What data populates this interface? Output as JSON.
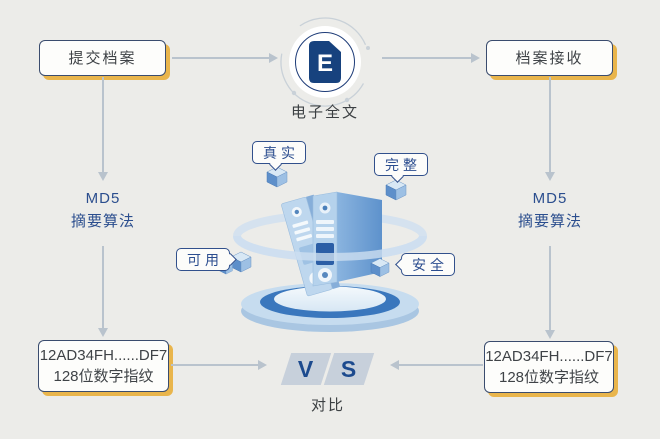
{
  "colors": {
    "background": "#ECECE9",
    "node_border": "#3A4C6E",
    "node_shadow_yellow": "#E9B54C",
    "node_text": "#3F4347",
    "arrow_gray": "#B9C3CD",
    "navy_accent": "#1C4A8E",
    "md5_text_blue": "#2B4E8E",
    "doc_icon_navy": "#17427E"
  },
  "nodes": {
    "submit": "提交档案",
    "receive": "档案接收",
    "efile": {
      "icon_letter": "E",
      "label": "电子全文"
    },
    "md5_left": {
      "line1": "MD5",
      "line2": "摘要算法"
    },
    "md5_right": {
      "line1": "MD5",
      "line2": "摘要算法"
    },
    "fingerprint_left": {
      "line1": "12AD34FH......DF7",
      "line2": "128位数字指纹"
    },
    "fingerprint_right": {
      "line1": "12AD34FH......DF7",
      "line2": "128位数字指纹"
    },
    "versus": {
      "v": "V",
      "s": "S",
      "label": "对比"
    }
  },
  "illustration": {
    "tags": {
      "authentic": "真实",
      "complete": "完整",
      "usable": "可用",
      "secure": "安全"
    }
  }
}
